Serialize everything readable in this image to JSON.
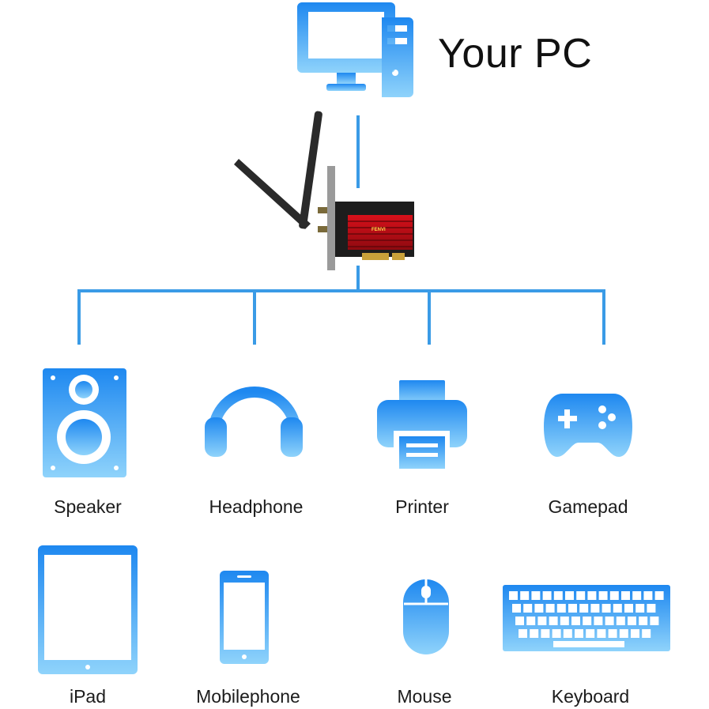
{
  "title": "Your PC",
  "card_brand": "FENVI",
  "colors": {
    "icon_top": "#1e88f0",
    "icon_bottom": "#8fd3fb",
    "line": "#3a9be6"
  },
  "devices": [
    {
      "label": "Speaker",
      "icon": "speaker-icon"
    },
    {
      "label": "Headphone",
      "icon": "headphone-icon"
    },
    {
      "label": "Printer",
      "icon": "printer-icon"
    },
    {
      "label": "Gamepad",
      "icon": "gamepad-icon"
    },
    {
      "label": "iPad",
      "icon": "tablet-icon"
    },
    {
      "label": "Mobilephone",
      "icon": "mobilephone-icon"
    },
    {
      "label": "Mouse",
      "icon": "mouse-icon"
    },
    {
      "label": "Keyboard",
      "icon": "keyboard-icon"
    }
  ]
}
